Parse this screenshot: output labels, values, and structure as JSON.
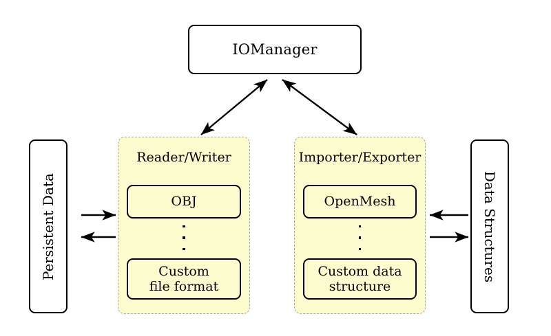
{
  "diagram": {
    "title_node": {
      "label": "IOManager"
    },
    "left_store": {
      "label": "Persistent Data"
    },
    "right_store": {
      "label": "Data Structures"
    },
    "panels": [
      {
        "id": "reader-writer",
        "title": "Reader/Writer",
        "top_item": "OBJ",
        "ellipsis": "⋮",
        "bottom_item_line1": "Custom",
        "bottom_item_line2": "file format"
      },
      {
        "id": "importer-exporter",
        "title": "Importer/Exporter",
        "top_item": "OpenMesh",
        "ellipsis": "⋮",
        "bottom_item_line1": "Custom data",
        "bottom_item_line2": "structure"
      }
    ],
    "connectors": [
      {
        "name": "iomanager-readerwriter",
        "style": "double-headed",
        "direction": "diagonal"
      },
      {
        "name": "iomanager-importerexporter",
        "style": "double-headed",
        "direction": "diagonal"
      },
      {
        "name": "persistent-to-reader",
        "style": "single-headed",
        "direction": "right"
      },
      {
        "name": "reader-to-persistent",
        "style": "single-headed",
        "direction": "left"
      },
      {
        "name": "datastructures-to-importer",
        "style": "single-headed",
        "direction": "left"
      },
      {
        "name": "importer-to-datastructures",
        "style": "single-headed",
        "direction": "right"
      }
    ],
    "colors": {
      "panel_fill": "#fbfbcd",
      "panel_border": "#a6a6a6",
      "node_border": "#000000",
      "background": "#ffffff"
    }
  }
}
